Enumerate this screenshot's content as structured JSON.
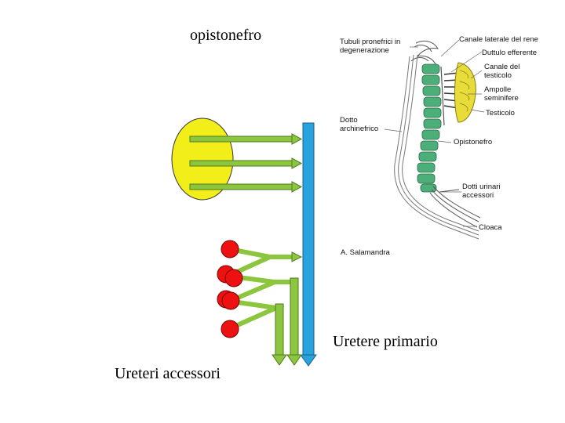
{
  "slide": {
    "title": "opistonefro",
    "label_primary_ureter": "Uretere primario",
    "label_accessory_ureters": "Ureteri accessori"
  },
  "figure": {
    "tubuli_line1": "Tubuli pronefrici in",
    "tubuli_line2": "degenerazione",
    "canale_laterale": "Canale laterale del rene",
    "duttulo_efferente": "Duttulo efferente",
    "canale_testicolo_line1": "Canale del",
    "canale_testicolo_line2": "testicolo",
    "ampolle_line1": "Ampolle",
    "ampolle_line2": "seminifere",
    "testicolo": "Testicolo",
    "dotto_line1": "Dotto",
    "dotto_line2": "archinefrico",
    "opistonefro": "Opistonefro",
    "dotti_urinari_line1": "Dotti urinari",
    "dotti_urinari_line2": "accessori",
    "cloaca": "Cloaca",
    "caption": "A. Salamandra"
  },
  "colors": {
    "yellow_organ": "#f2ee1a",
    "green_arrow": "#8cc63f",
    "green_arrow_stroke": "#4e7a1e",
    "blue_duct": "#29a3e0",
    "red_circle": "#ee1111",
    "kidney_green": "#4caf7a",
    "testis_yellow": "#e8dc3a"
  }
}
